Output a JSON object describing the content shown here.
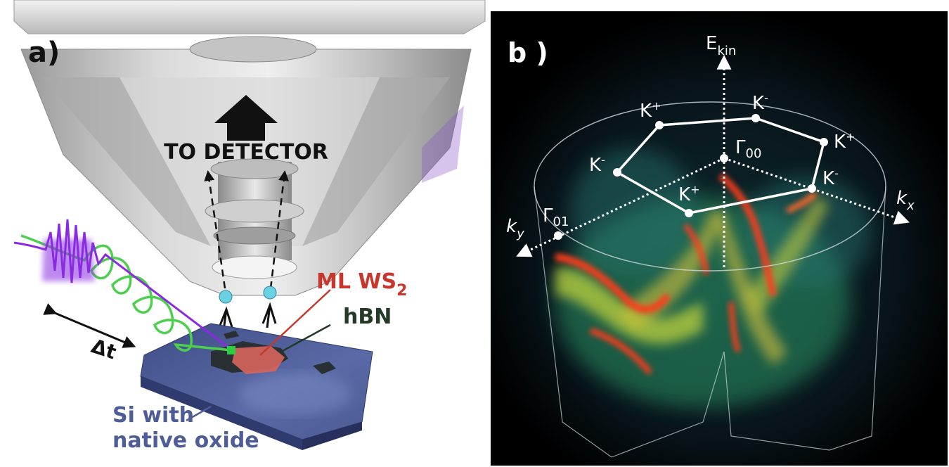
{
  "panel_a": {
    "label": "a)",
    "detector_label": "TO DETECTOR",
    "delay_label": "Δt",
    "ws2_label_prefix": "ML WS",
    "ws2_label_sub": "2",
    "hbn_label": "hBN",
    "substrate_line1": "Si with",
    "substrate_line2": "native oxide"
  },
  "panel_b": {
    "label": "b )",
    "axis_energy": "E",
    "axis_energy_sub": "kin",
    "axis_kx": "k",
    "axis_kx_sub": "x",
    "axis_ky": "k",
    "axis_ky_sub": "y",
    "gamma00": "Γ",
    "gamma00_sub": "00",
    "gamma01": "Γ",
    "gamma01_sub": "01",
    "points": [
      {
        "main": "K",
        "sup": "+"
      },
      {
        "main": "K",
        "sup": "-"
      },
      {
        "main": "K",
        "sup": "+"
      },
      {
        "main": "K",
        "sup": "-"
      },
      {
        "main": "K",
        "sup": "+"
      },
      {
        "main": "K",
        "sup": "-"
      }
    ]
  },
  "colors": {
    "ws2": "#c8372d",
    "hbn": "#223a26",
    "substrate": "#4f5d96",
    "pump_beam": "#8a2be2",
    "probe_beam": "#3cc23c"
  }
}
